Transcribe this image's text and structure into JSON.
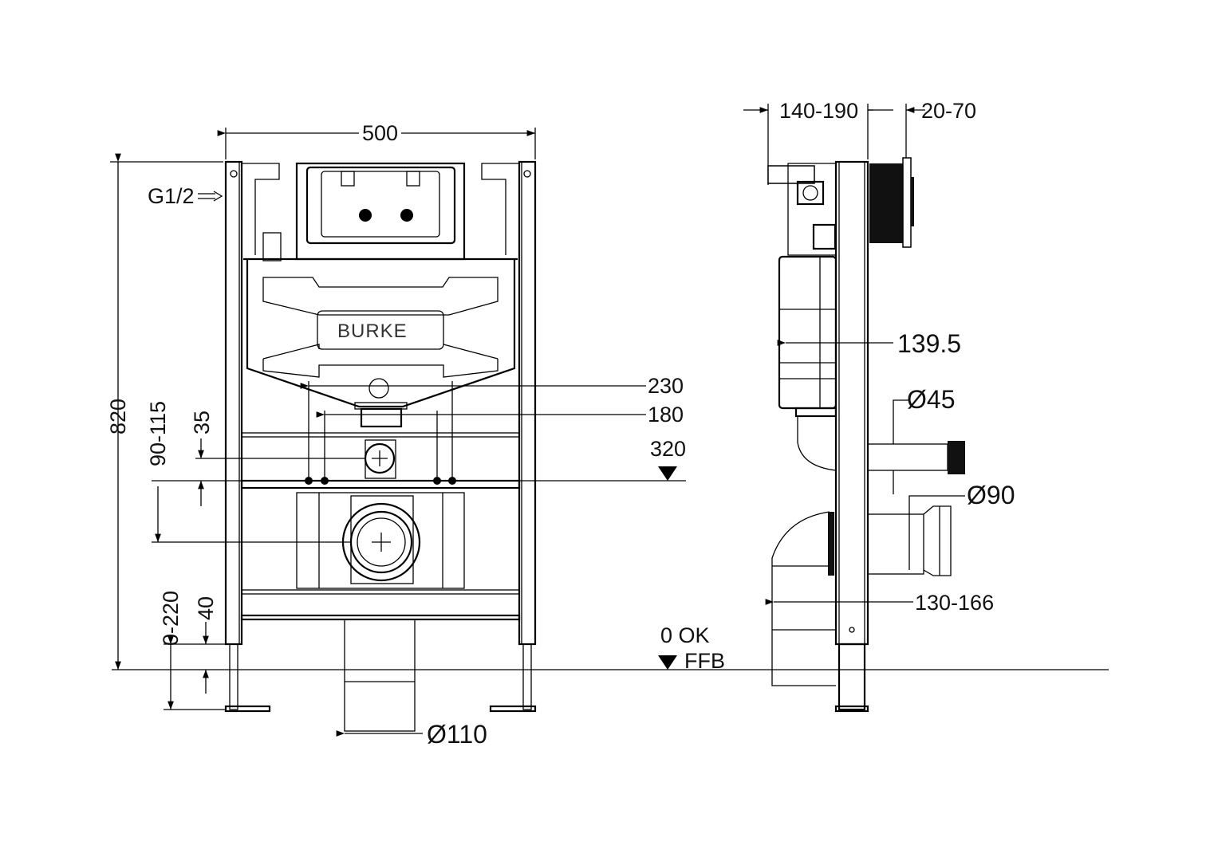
{
  "title": "Wall-hung WC installation frame – dimension drawing",
  "brand_logo": "BURKE",
  "front_view": {
    "width": "500",
    "water_inlet": "G1/2",
    "height": "820",
    "flush_pipe_height": "90-115",
    "drain_offset": "35",
    "bolt_spacing_outer": "230",
    "bolt_spacing_inner": "180",
    "bolt_height": "320",
    "leg_adjust": "0-220",
    "leg_min": "40",
    "waste_diameter": "Ø110",
    "level_ok": "0  OK",
    "level_ffb": "FFB"
  },
  "side_view": {
    "depth_range": "140-190",
    "plate_range": "20-70",
    "cistern_depth": "139.5",
    "flush_diameter": "Ø45",
    "waste_diameter": "Ø90",
    "bend_depth": "130-166"
  }
}
